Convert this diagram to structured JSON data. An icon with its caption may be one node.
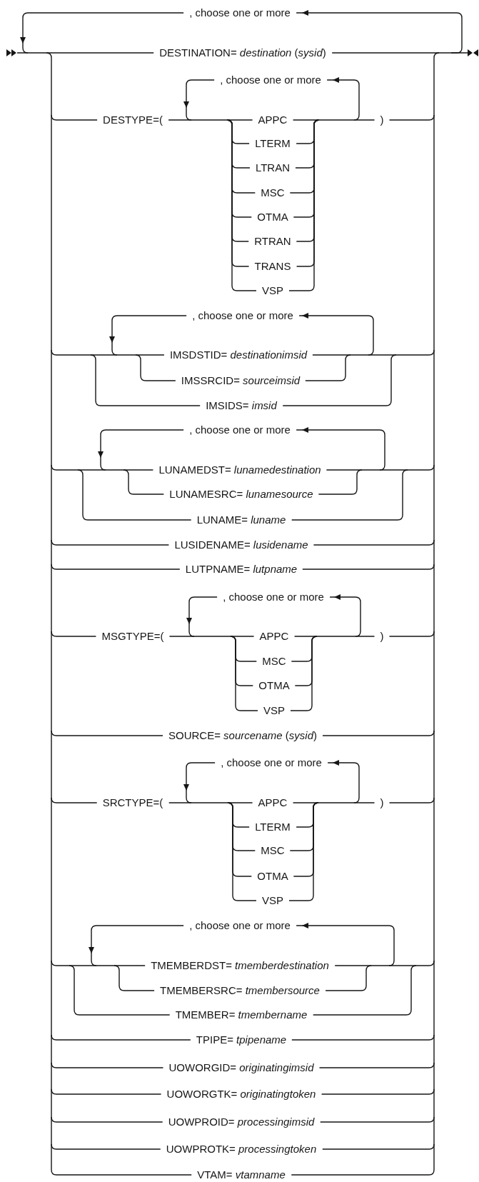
{
  "diagram": {
    "labels": [
      ", choose one or more",
      "DESTINATION= *destination* (*sysid*)",
      ", choose one or more",
      "DESTYPE=(",
      "APPC",
      ")",
      "LTERM",
      "LTRAN",
      "MSC",
      "OTMA",
      "RTRAN",
      "TRANS",
      "VSP",
      ", choose one or more",
      "IMSDSTID= *destinationimsid*",
      "IMSSRCID= *sourceimsid*",
      "IMSIDS= *imsid*",
      ", choose one or more",
      "LUNAMEDST= *lunamedestination*",
      "LUNAMESRC= *lunamesource*",
      "LUNAME= *luname*",
      "LUSIDENAME= *lusidename*",
      "LUTPNAME= *lutpname*",
      ", choose one or more",
      "MSGTYPE=(",
      "APPC",
      ")",
      "MSC",
      "OTMA",
      "VSP",
      "SOURCE= *sourcename* (*sysid*)",
      ", choose one or more",
      "SRCTYPE=(",
      "APPC",
      ")",
      "LTERM",
      "MSC",
      "OTMA",
      "VSP",
      ", choose one or more",
      "TMEMBERDST= *tmemberdestination*",
      "TMEMBERSRC= *tmembersource*",
      "TMEMBER= *tmembername*",
      "TPIPE= *tpipename*",
      "UOWORGID= *originatingimsid*",
      "UOWORGTK= *originatingtoken*",
      "UOWPROID= *processingimsid*",
      "UOWPROTK= *processingtoken*",
      "VTAM= *vtamname*"
    ]
  }
}
